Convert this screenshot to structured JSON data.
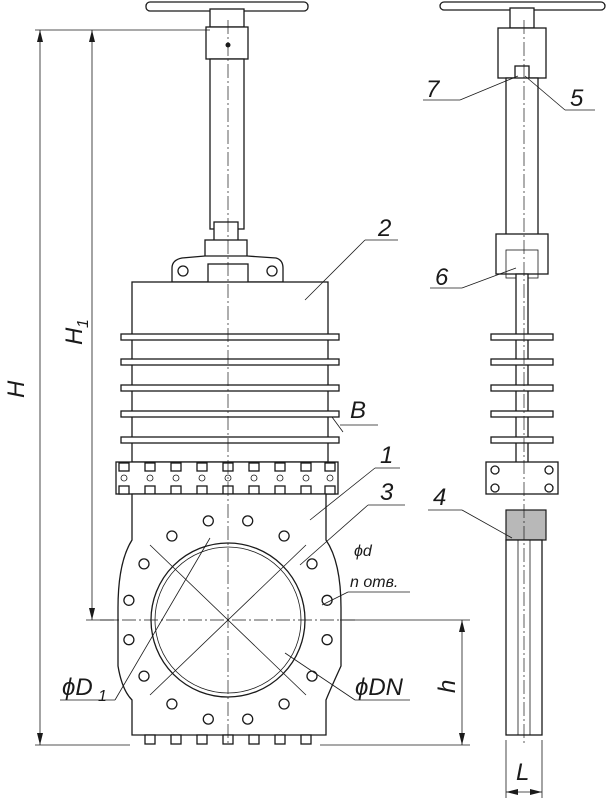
{
  "drawing": {
    "title": "",
    "callouts": [
      {
        "id": "callout-7",
        "text": "7"
      },
      {
        "id": "callout-5",
        "text": "5"
      },
      {
        "id": "callout-2",
        "text": "2"
      },
      {
        "id": "callout-6",
        "text": "6"
      },
      {
        "id": "callout-1",
        "text": "1"
      },
      {
        "id": "callout-3",
        "text": "3"
      },
      {
        "id": "callout-4",
        "text": "4"
      }
    ],
    "dimensions": {
      "H": "H",
      "H1_main": "H",
      "H1_sub": "1",
      "B": "B",
      "d": "ϕd",
      "holes": "n отв.",
      "D1_main": "ϕD",
      "D1_sub": "1",
      "DN": "ϕDN",
      "h": "h",
      "L": "L"
    },
    "colors": {
      "line": "#1a1a1a",
      "background": "#ffffff"
    }
  }
}
